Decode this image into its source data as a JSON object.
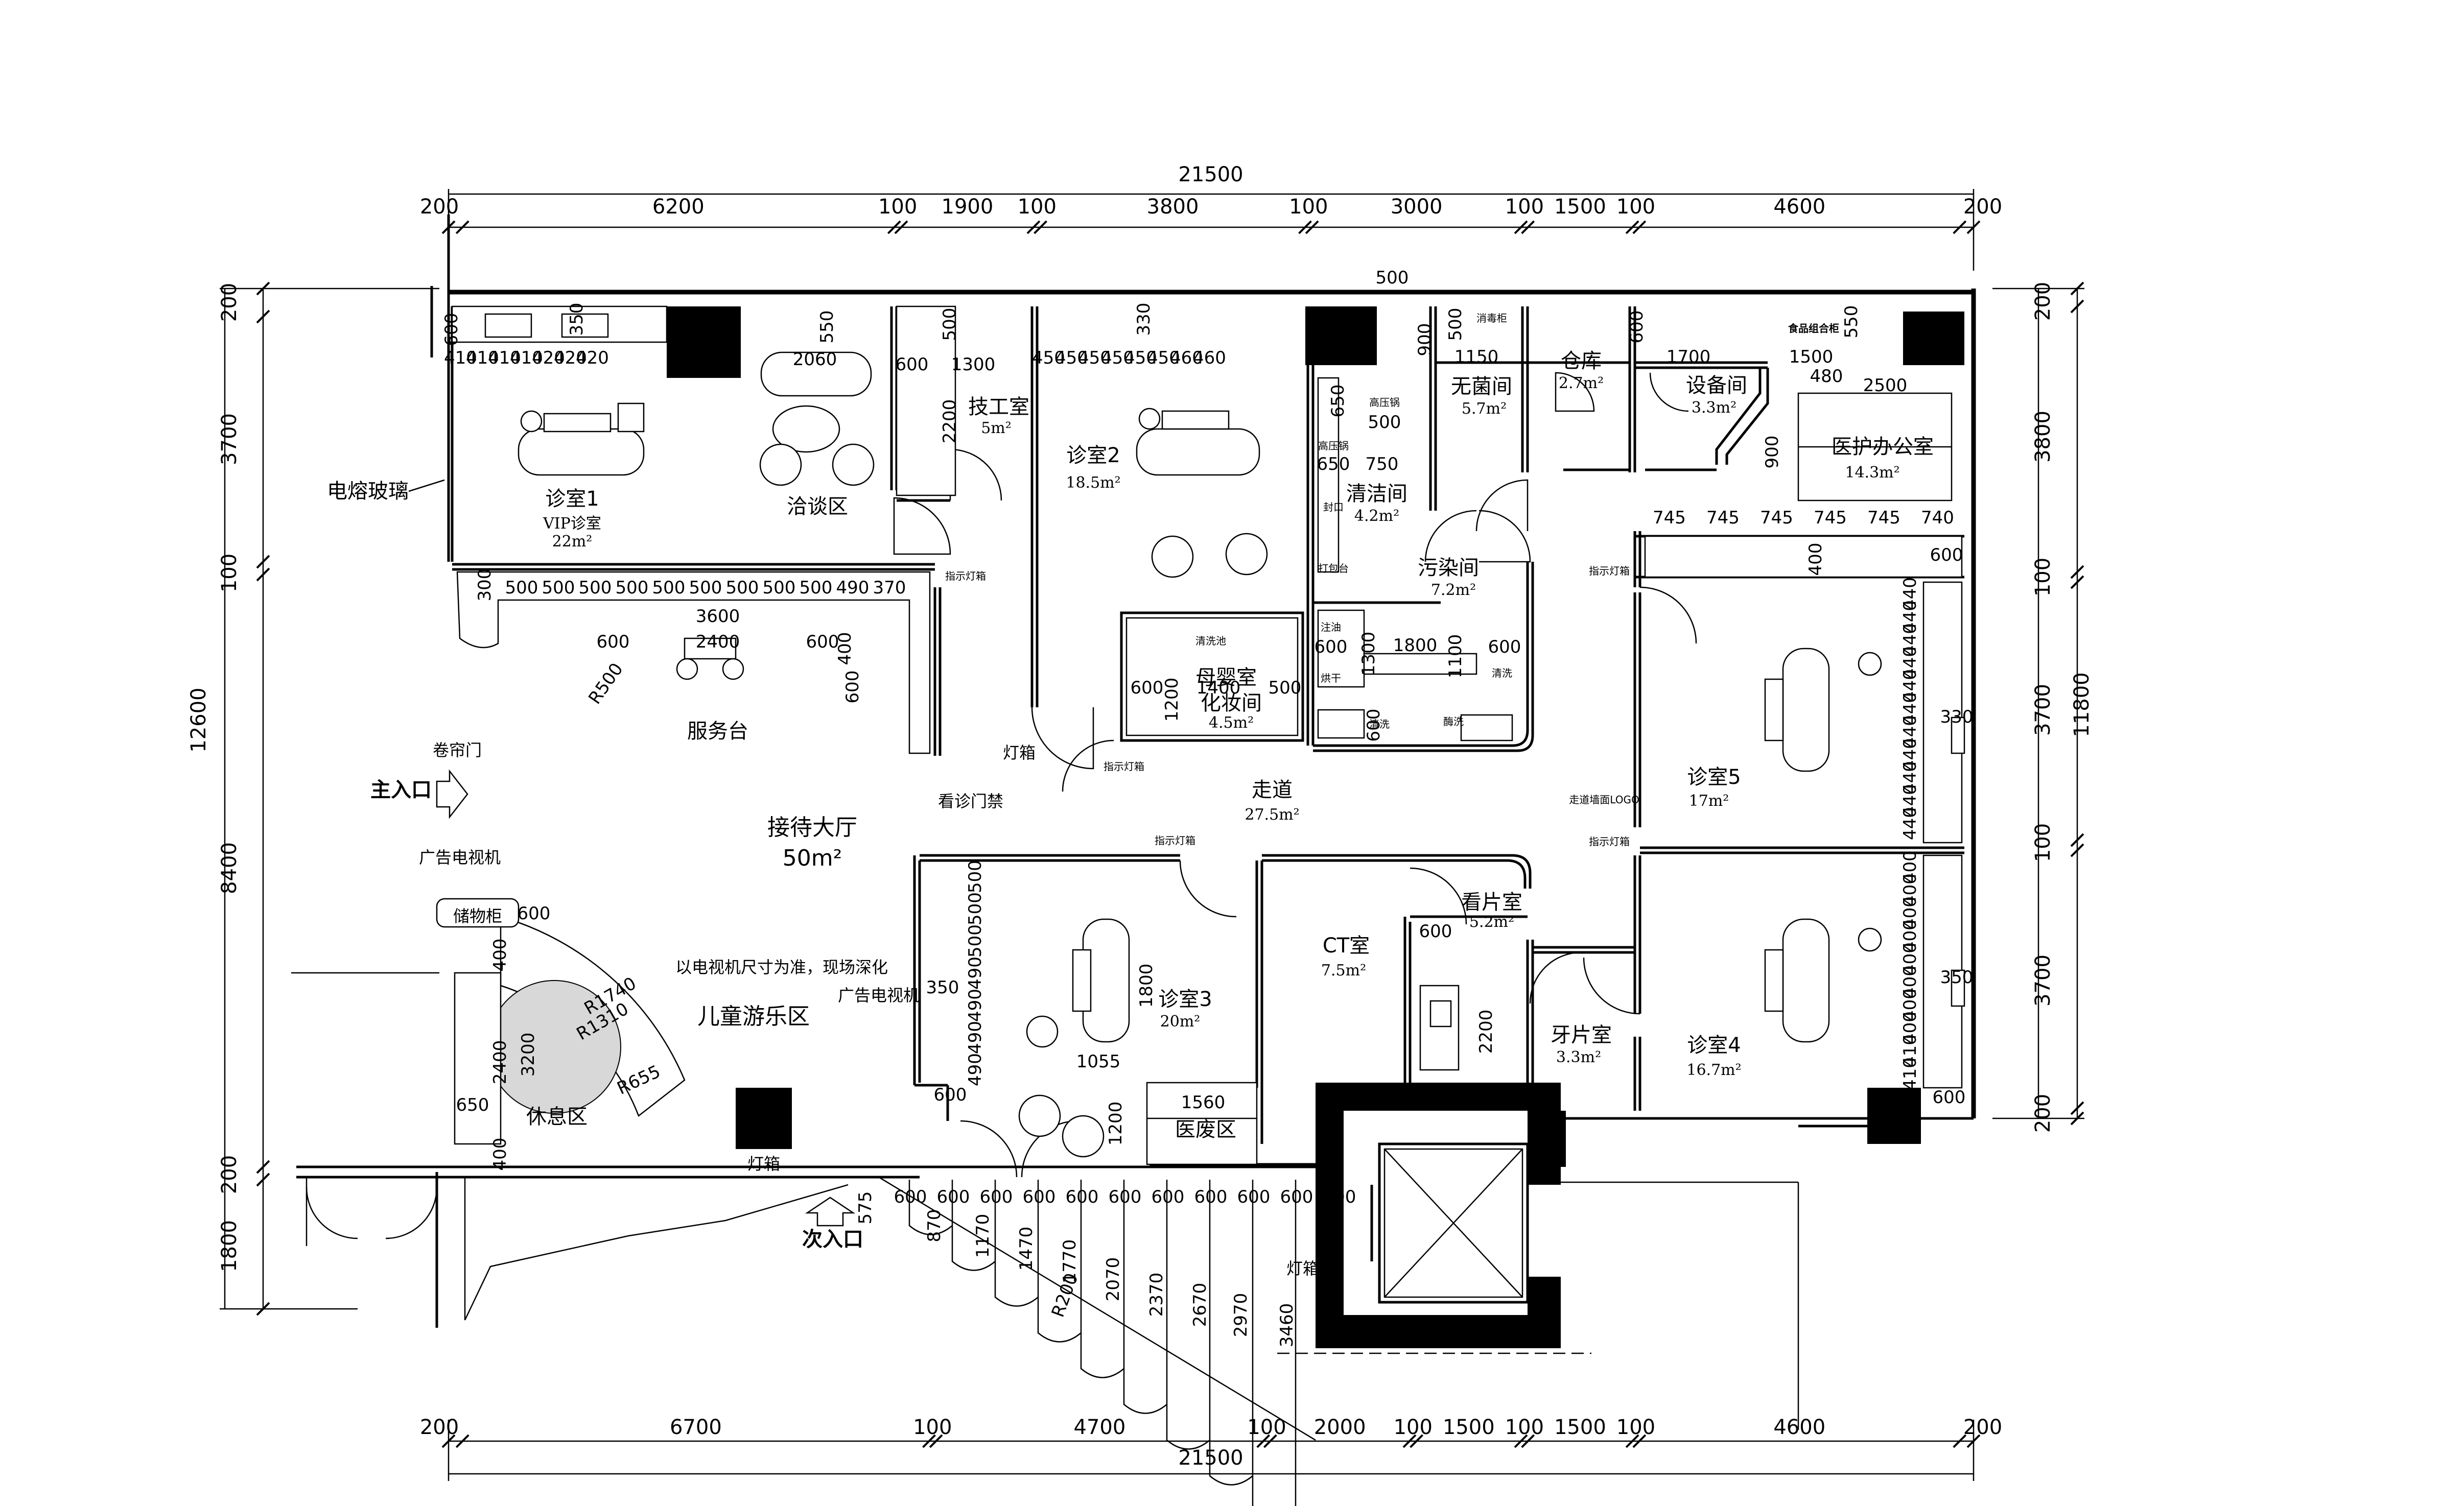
{
  "dims": {
    "total_top": "21500",
    "total_bottom": "21500",
    "top": [
      "200",
      "6200",
      "100",
      "1900",
      "100",
      "3800",
      "100",
      "3000",
      "100",
      "1500",
      "100",
      "4600",
      "200"
    ],
    "bottom": [
      "200",
      "6700",
      "100",
      "4700",
      "100",
      "2000",
      "100",
      "1500",
      "100",
      "1500",
      "100",
      "4600",
      "200"
    ],
    "left": [
      "200",
      "3700",
      "100",
      "12600",
      "8400",
      "200",
      "1800"
    ],
    "right": [
      "200",
      "3800",
      "100",
      "3700",
      "11800",
      "100",
      "3700",
      "200"
    ],
    "top_small": "500",
    "room1_row": [
      "410",
      "410",
      "410",
      "410",
      "420",
      "420",
      "420"
    ],
    "room2_row": [
      "450",
      "450",
      "450",
      "450",
      "450",
      "450",
      "460",
      "460"
    ],
    "reception_row": [
      "500",
      "500",
      "500",
      "500",
      "500",
      "500",
      "500",
      "500",
      "500",
      "490",
      "370"
    ],
    "office_row": [
      "745",
      "745",
      "745",
      "745",
      "745",
      "740"
    ],
    "room5_col": [
      "440",
      "440",
      "440",
      "440",
      "440",
      "440",
      "440",
      "440",
      "440",
      "440",
      "440"
    ],
    "room4_col": [
      "400",
      "400",
      "400",
      "400",
      "400",
      "400",
      "400",
      "400",
      "410",
      "410"
    ],
    "room3_col": [
      "500",
      "500",
      "500",
      "490",
      "490",
      "490",
      "490"
    ],
    "stair": [
      "600",
      "600",
      "600",
      "600",
      "600",
      "600",
      "600",
      "600",
      "600",
      "600",
      "300"
    ],
    "stair_depth": [
      "870",
      "1170",
      "1470",
      "1770",
      "2070",
      "2370",
      "2670",
      "2970",
      "3460"
    ],
    "misc": {
      "d600a": "600",
      "d350a": "350",
      "d2060": "2060",
      "d600b": "600",
      "d550": "550",
      "d1300": "1300",
      "d2200a": "2200",
      "d500a": "500",
      "d330": "330",
      "d650a": "650",
      "d500b": "500",
      "d650b": "650",
      "d750": "750",
      "d900a": "900",
      "d500c": "500",
      "d1150": "1150",
      "d600c": "600",
      "d1700": "1700",
      "d1500": "1500",
      "d550b": "550",
      "d480": "480",
      "d2500": "2500",
      "d900b": "900",
      "d400": "400",
      "d600d": "600",
      "d300": "300",
      "d3600": "3600",
      "d600e": "600",
      "d2400": "2400",
      "d600f": "600",
      "d400b": "400",
      "d600g": "600",
      "r500": "R500",
      "d600h": "600",
      "d1200": "1200",
      "d1400": "1400",
      "d500d": "500",
      "d600i": "600",
      "d1300b": "1300",
      "d1800": "1800",
      "d600j": "600",
      "d1100": "1100",
      "d600k": "600",
      "d330b": "330",
      "d350b": "350",
      "d600l": "600",
      "d600m": "600",
      "d2200b": "2200",
      "d1800b": "1800",
      "d1055": "1055",
      "d350c": "350",
      "d600n": "600",
      "d1560": "1560",
      "d1200b": "1200",
      "d600o": "600",
      "d400c": "400",
      "d2400b": "2400",
      "d3200": "3200",
      "d650c": "650",
      "d400d": "400",
      "r1740": "R1740",
      "r1310": "R1310",
      "r655": "R655",
      "d575": "575",
      "r200": "R200"
    }
  },
  "rooms": {
    "r1": {
      "name": "诊室1",
      "sub": "VIP诊室",
      "area": "22m²"
    },
    "talk": {
      "name": "洽谈区"
    },
    "tech": {
      "name": "技工室",
      "area": "5m²"
    },
    "r2": {
      "name": "诊室2",
      "area": "18.5m²"
    },
    "clean": {
      "name": "清洁间",
      "area": "4.2m²"
    },
    "sterile": {
      "name": "无菌间",
      "area": "5.7m²"
    },
    "store": {
      "name": "仓库",
      "area": "2.7m²"
    },
    "equip": {
      "name": "设备间",
      "area": "3.3m²"
    },
    "office": {
      "name": "医护办公室",
      "area": "14.3m²"
    },
    "dirty": {
      "name": "污染间",
      "area": "7.2m²"
    },
    "mother": {
      "name": "母婴室",
      "sub": "化妆间",
      "area": "4.5m²"
    },
    "service": {
      "name": "服务台"
    },
    "hall": {
      "name": "接待大厅",
      "area": "50m²"
    },
    "corridor": {
      "name": "走道",
      "area": "27.5m²"
    },
    "r5": {
      "name": "诊室5",
      "area": "17m²"
    },
    "r4": {
      "name": "诊室4",
      "area": "16.7m²"
    },
    "r3": {
      "name": "诊室3",
      "area": "20m²"
    },
    "ct": {
      "name": "CT室",
      "area": "7.5m²"
    },
    "film": {
      "name": "看片室",
      "area": "5.2m²"
    },
    "dental": {
      "name": "牙片室",
      "area": "3.3m²"
    },
    "kids": {
      "name": "儿童游乐区"
    },
    "rest": {
      "name": "休息区"
    },
    "waste": {
      "name": "医废区"
    }
  },
  "labels": {
    "glass": "电熔玻璃",
    "rolling_door": "卷帘门",
    "main_entry": "主入口",
    "second_entry": "次入口",
    "ad_tv": "广告电视机",
    "storage_cab": "储物柜",
    "tv_note": "以电视机尺寸为准，现场深化",
    "ad_tv2": "广告电视机",
    "access": "看诊门禁",
    "lightbox1": "灯箱",
    "lightbox2": "灯箱",
    "lightbox3": "灯箱",
    "signlight1": "指示灯箱",
    "signlight2": "指示灯箱",
    "signlight3": "指示灯箱",
    "signlight4": "指示灯箱",
    "signlight5": "指示灯箱",
    "wall_logo": "走道墙面LOGO",
    "food_cab": "食品组合柜",
    "disinfect": "消毒柜",
    "autoclave1": "高压锅",
    "autoclave2": "高压锅",
    "seal": "封口",
    "pack": "打包台",
    "oil": "注油",
    "dry": "烘干",
    "wash1": "清洗",
    "wash2": "清洗",
    "wash3": "酶洗",
    "basin": "清洗池"
  }
}
